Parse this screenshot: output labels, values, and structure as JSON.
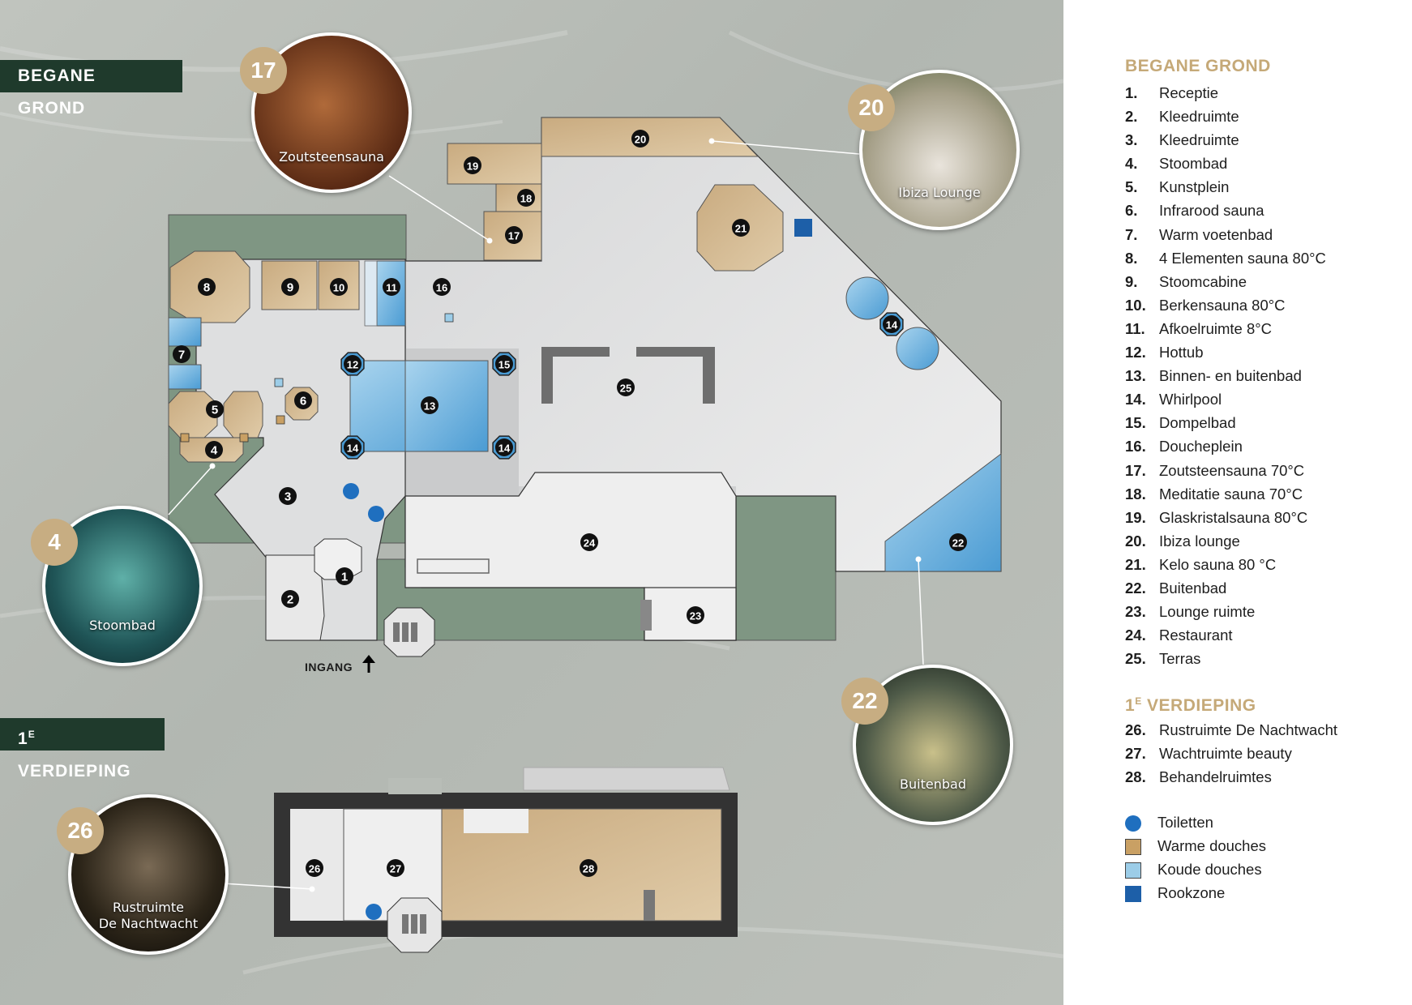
{
  "floors": {
    "ground_label": "BEGANE GROND",
    "first_label_num": "1",
    "first_label_sup": "E",
    "first_label_text": "VERDIEPING"
  },
  "entrance_label": "INGANG",
  "room_markers": {
    "ground": [
      "1",
      "2",
      "3",
      "4",
      "5",
      "6",
      "7",
      "8",
      "9",
      "10",
      "11",
      "12",
      "13",
      "14",
      "14",
      "14",
      "15",
      "16",
      "17",
      "18",
      "19",
      "20",
      "21",
      "22",
      "23",
      "24",
      "25"
    ],
    "first": [
      "26",
      "27",
      "28"
    ]
  },
  "photos": [
    {
      "badge": "17",
      "caption": "Zoutsteensauna"
    },
    {
      "badge": "20",
      "caption": "Ibiza Lounge"
    },
    {
      "badge": "4",
      "caption": "Stoombad"
    },
    {
      "badge": "22",
      "caption": "Buitenbad"
    },
    {
      "badge": "26",
      "caption_line1": "Rustruimte",
      "caption_line2": "De Nachtwacht"
    }
  ],
  "legend": {
    "ground_title": "BEGANE GROND",
    "ground_items": [
      {
        "num": "1.",
        "label": "Receptie"
      },
      {
        "num": "2.",
        "label": "Kleedruimte"
      },
      {
        "num": "3.",
        "label": "Kleedruimte"
      },
      {
        "num": "4.",
        "label": "Stoombad"
      },
      {
        "num": "5.",
        "label": "Kunstplein"
      },
      {
        "num": "6.",
        "label": "Infrarood sauna"
      },
      {
        "num": "7.",
        "label": "Warm voetenbad"
      },
      {
        "num": "8.",
        "label": "4 Elementen sauna 80°C"
      },
      {
        "num": "9.",
        "label": "Stoomcabine"
      },
      {
        "num": "10.",
        "label": "Berkensauna 80°C"
      },
      {
        "num": "11.",
        "label": "Afkoelruimte 8°C"
      },
      {
        "num": "12.",
        "label": "Hottub"
      },
      {
        "num": "13.",
        "label": "Binnen- en buitenbad"
      },
      {
        "num": "14.",
        "label": "Whirlpool"
      },
      {
        "num": "15.",
        "label": "Dompelbad"
      },
      {
        "num": "16.",
        "label": "Doucheplein"
      },
      {
        "num": "17.",
        "label": "Zoutsteensauna 70°C"
      },
      {
        "num": "18.",
        "label": "Meditatie sauna 70°C"
      },
      {
        "num": "19.",
        "label": "Glaskristalsauna 80°C"
      },
      {
        "num": "20.",
        "label": "Ibiza lounge"
      },
      {
        "num": "21.",
        "label": "Kelo sauna 80 °C"
      },
      {
        "num": "22.",
        "label": "Buitenbad"
      },
      {
        "num": "23.",
        "label": "Lounge ruimte"
      },
      {
        "num": "24.",
        "label": "Restaurant"
      },
      {
        "num": "25.",
        "label": "Terras"
      }
    ],
    "first_title_num": "1",
    "first_title_sup": "E",
    "first_title_text": "VERDIEPING",
    "first_items": [
      {
        "num": "26.",
        "label": "Rustruimte De Nachtwacht"
      },
      {
        "num": "27.",
        "label": "Wachtruimte beauty"
      },
      {
        "num": "28.",
        "label": "Behandelruimtes"
      }
    ],
    "symbols": [
      {
        "icon": "toilet-icon",
        "label": "Toiletten"
      },
      {
        "icon": "warm-shower-icon",
        "label": "Warme douches"
      },
      {
        "icon": "cold-shower-icon",
        "label": "Koude douches"
      },
      {
        "icon": "smoking-zone-icon",
        "label": "Rookzone"
      }
    ]
  },
  "colors": {
    "label_bg": "#1f3a2c",
    "accent_gold": "#c5a978",
    "sauna_wood": "#d2b894",
    "water_blue": "#5aa7d8",
    "garden_green": "#7f9683",
    "floor_grey": "#e6e7e7",
    "marker_black": "#111111"
  }
}
